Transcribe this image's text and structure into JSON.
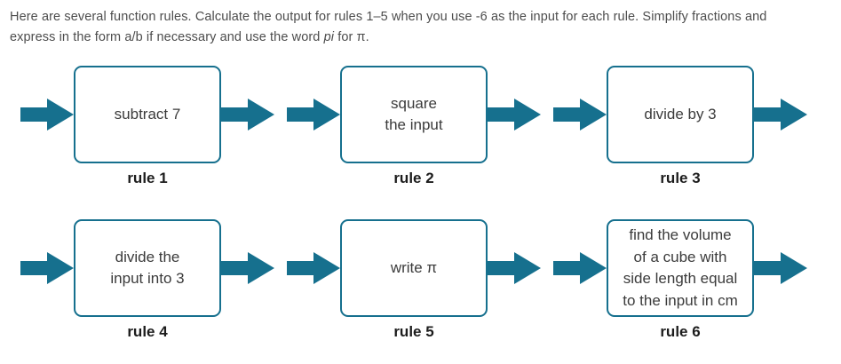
{
  "instructions": {
    "line1": "Here are several function rules. Calculate the output for rules 1–5 when you use -6 as the input for each rule. Simplify fractions and",
    "line2_before": "express in the form a/b if necessary and use the word ",
    "pi_word": "pi",
    "line2_after": " for π."
  },
  "rules": [
    {
      "text": "subtract 7",
      "label": "rule 1"
    },
    {
      "text": "square\nthe input",
      "label": "rule 2"
    },
    {
      "text": "divide by 3",
      "label": "rule 3"
    },
    {
      "text": "divide the\ninput into 3",
      "label": "rule 4"
    },
    {
      "text": "write π",
      "label": "rule 5"
    },
    {
      "text": "find the volume\nof a cube with\nside length equal\nto the input in cm",
      "label": "rule 6"
    }
  ],
  "colors": {
    "accent_teal": "#16708e",
    "box_text": "#3b3b3b",
    "label_text": "#1c1c1c",
    "instructions_text": "#4d4d4d"
  }
}
